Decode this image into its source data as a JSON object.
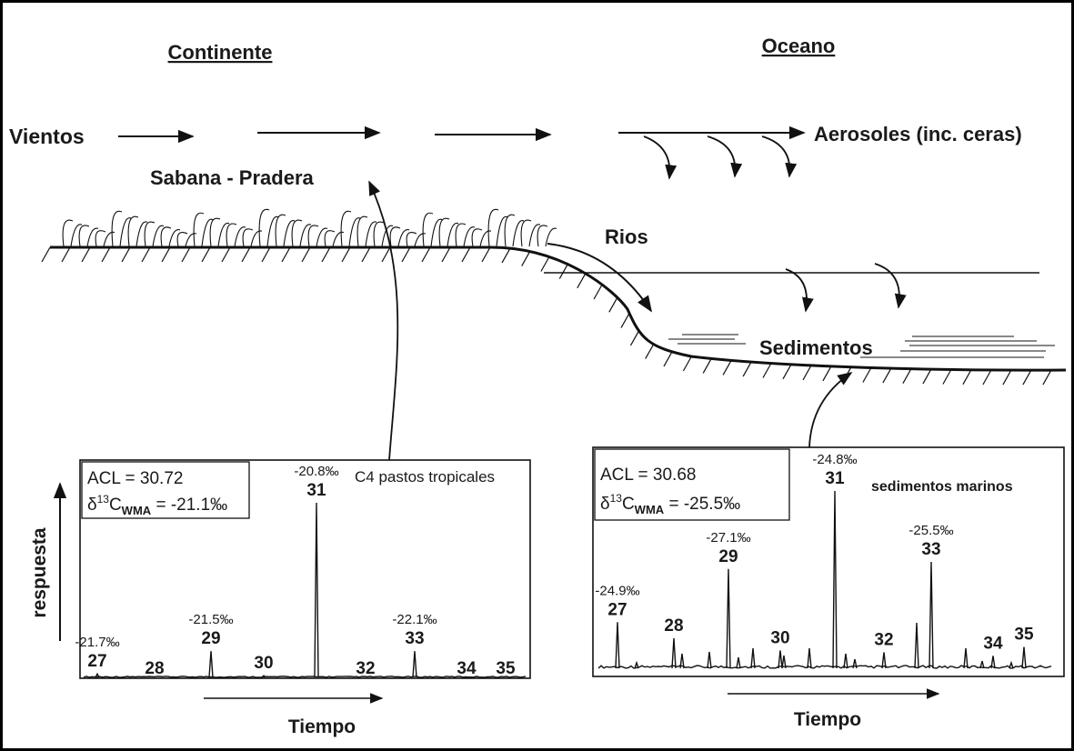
{
  "labels": {
    "continente": "Continente",
    "oceano": "Oceano",
    "vientos": "Vientos",
    "aerosoles": "Aerosoles (inc. ceras)",
    "sabana": "Sabana - Pradera",
    "rios": "Rios",
    "sedimentos": "Sedimentos",
    "respuesta": "respuesta"
  },
  "chart_data": [
    {
      "type": "line",
      "title": "C4 pastos tropicales",
      "xlabel": "Tiempo",
      "ylabel": "respuesta",
      "acl": "ACL = 30.72",
      "d13c_prefix": "δ",
      "d13c_sup": "13",
      "d13c_c": "C",
      "d13c_sub": "WMA",
      "d13c_value": " = -21.1‰",
      "peaks": [
        {
          "label": "27",
          "isotope": "-21.7‰",
          "height": 0.02
        },
        {
          "label": "28",
          "isotope": "",
          "height": 0.0
        },
        {
          "label": "29",
          "isotope": "-21.5‰",
          "height": 0.15
        },
        {
          "label": "30",
          "isotope": "",
          "height": 0.01
        },
        {
          "label": "31",
          "isotope": "-20.8‰",
          "height": 1.0
        },
        {
          "label": "32",
          "isotope": "",
          "height": 0.0
        },
        {
          "label": "33",
          "isotope": "-22.1‰",
          "height": 0.15
        },
        {
          "label": "34",
          "isotope": "",
          "height": 0.0
        },
        {
          "label": "35",
          "isotope": "",
          "height": 0.0
        }
      ]
    },
    {
      "type": "line",
      "title": "sedimentos marinos",
      "xlabel": "Tiempo",
      "ylabel": "",
      "acl": "ACL = 30.68",
      "d13c_prefix": "δ",
      "d13c_sup": "13",
      "d13c_c": "C",
      "d13c_sub": "WMA",
      "d13c_value": " = -25.5‰",
      "peaks": [
        {
          "label": "27",
          "isotope": "-24.9‰",
          "height": 0.26
        },
        {
          "label": "28",
          "isotope": "",
          "height": 0.17
        },
        {
          "label": "29",
          "isotope": "-27.1‰",
          "height": 0.56
        },
        {
          "label": "30",
          "isotope": "",
          "height": 0.1
        },
        {
          "label": "31",
          "isotope": "-24.8‰",
          "height": 1.0
        },
        {
          "label": "32",
          "isotope": "",
          "height": 0.09
        },
        {
          "label": "33",
          "isotope": "-25.5‰",
          "height": 0.6
        },
        {
          "label": "34",
          "isotope": "",
          "height": 0.07
        },
        {
          "label": "35",
          "isotope": "",
          "height": 0.12
        }
      ]
    }
  ]
}
